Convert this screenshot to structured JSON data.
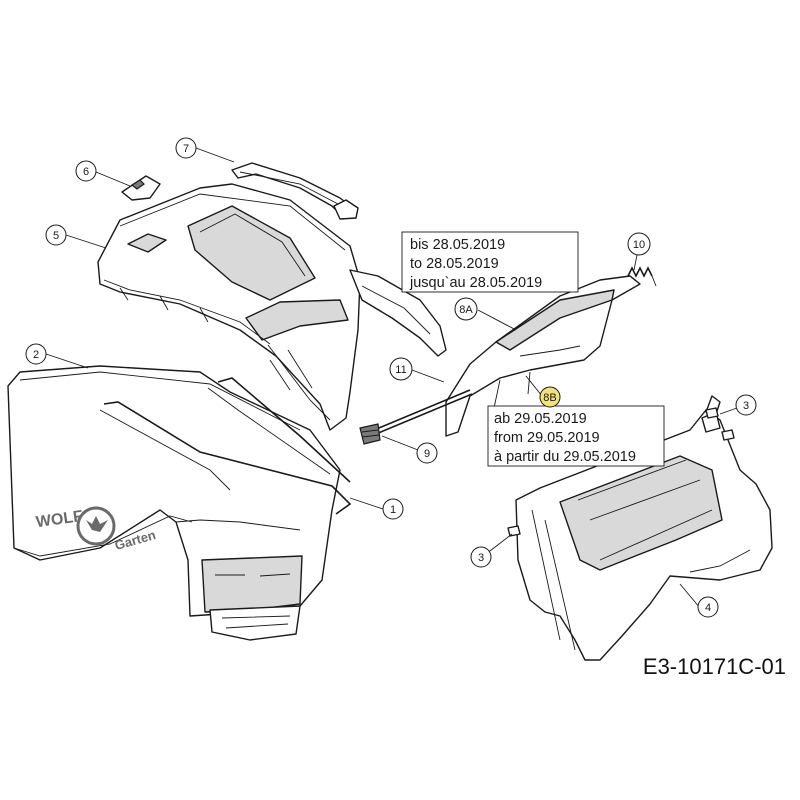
{
  "diagram": {
    "code": "E3-10171C-01",
    "brand_logo": {
      "word1": "WOLF",
      "word2": "Garten"
    },
    "callouts": {
      "c1": "1",
      "c2": "2",
      "c3a": "3",
      "c3b": "3",
      "c4": "4",
      "c5": "5",
      "c6": "6",
      "c7": "7",
      "c8A": "8A",
      "c8B": "8B",
      "c9": "9",
      "c10": "10",
      "c11": "11"
    },
    "notes": {
      "before": [
        "bis 28.05.2019",
        "to 28.05.2019",
        "jusqu`au 28.05.2019"
      ],
      "after": [
        "ab 29.05.2019",
        "from 29.05.2019",
        "à partir du 29.05.2019"
      ]
    },
    "highlight_color": "#f3e27a"
  }
}
